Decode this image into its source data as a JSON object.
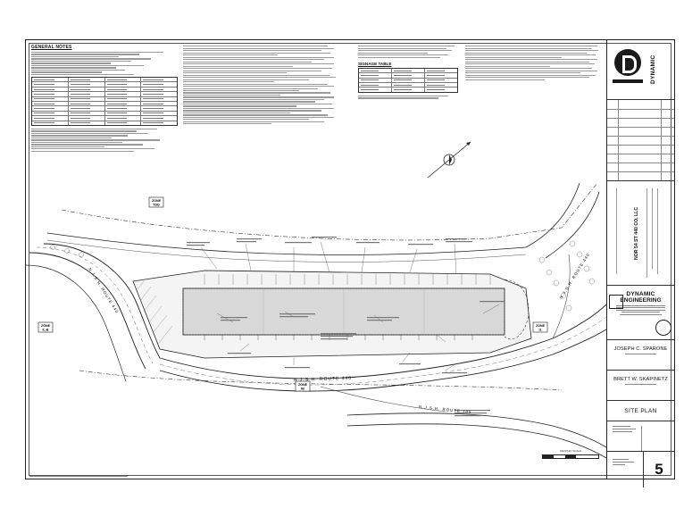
{
  "general_notes": {
    "title": "GENERAL NOTES"
  },
  "signage_table": {
    "title": "SIGNAGE TABLE"
  },
  "zones": {
    "tdd": "ZONE\nTDD",
    "tdd_top": "ZONE",
    "tdd_bottom": "TDD",
    "ib_top": "ZONE",
    "ib_bottom": "IL-B",
    "right_top": "ZONE",
    "right_bottom": "I1",
    "bottom_top": "ZONE",
    "bottom_bottom": "IB"
  },
  "roads": {
    "route_440_main": "N.J.S.H. ROUTE 440",
    "route_440_upper": "N.J.S.H. ROUTE 440",
    "route_440_right": "N.J.S.H. ROUTE 440",
    "route_185": "N.J.S.H. ROUTE 185",
    "highway_left": "N.J.S.H. ROUTE 440"
  },
  "title_block": {
    "company_vertical": "DYNAMIC",
    "company_name": "DYNAMIC",
    "company_name2": "ENGINEERING",
    "engineer_1": "JOSEPH C. SPARONE",
    "engineer_2": "BRETT W. SKAPINETZ",
    "sheet_title": "SITE PLAN",
    "sheet_number": "5",
    "project_title": "NOR 54 ST 440 CO, LLC",
    "scale_label": "GRAPHIC SCALE"
  },
  "colors": {
    "ink": "#111111",
    "hatch": "#9a9a9a",
    "building_fill": "#d8d8d8"
  }
}
